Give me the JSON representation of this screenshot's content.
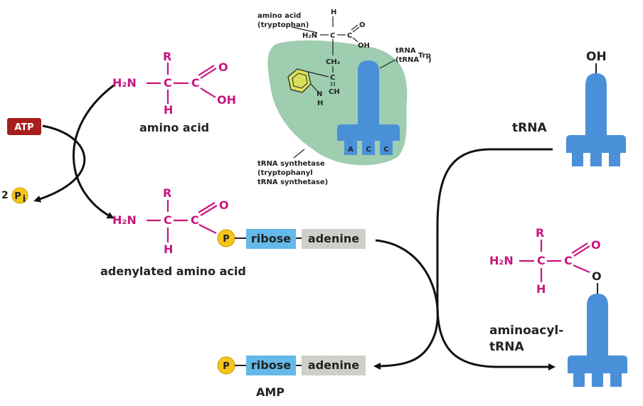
{
  "colors": {
    "molecule": "#c8157f",
    "ribose_box": "#64b9e8",
    "adenine_box": "#cdd0c8",
    "trna": "#4a90d8",
    "enzyme_blob": "#9ecdb0",
    "atp_box": "#a81d1d",
    "phosphate": "#f5c518",
    "indole": "#d8e05a"
  },
  "reactants": {
    "atp_label": "ATP",
    "pi_coefficient": "2",
    "pi_symbol": "P",
    "pi_subscript": "i"
  },
  "amino_acid": {
    "r": "R",
    "h2n": "H₂N",
    "c_alpha": "C",
    "h": "H",
    "c_carbonyl": "C",
    "o": "O",
    "oh": "OH",
    "caption": "amino acid"
  },
  "adenylated": {
    "r": "R",
    "h2n": "H₂N",
    "c_alpha": "C",
    "h": "H",
    "c_carbonyl": "C",
    "o": "O",
    "p": "P",
    "ribose": "ribose",
    "adenine": "adenine",
    "caption": "adenylated amino acid"
  },
  "amp": {
    "p": "P",
    "ribose": "ribose",
    "adenine": "adenine",
    "caption": "AMP"
  },
  "inset": {
    "amino_acid_label_1": "amino acid",
    "amino_acid_label_2": "(tryptophan)",
    "h_top": "H",
    "h2n": "H₂N",
    "c_alpha": "C",
    "c_carbonyl": "C",
    "o": "O",
    "oh": "OH",
    "ch2": "CH₂",
    "c_ring": "C",
    "ch": "CH",
    "n": "N",
    "n_h": "H",
    "trna_label_1": "tRNA",
    "trna_label_2": "(tRNA",
    "trna_sup": "Trp",
    "trna_close": ")",
    "anticodon": [
      "A",
      "C",
      "C"
    ],
    "synthetase_1": "tRNA synthetase",
    "synthetase_2": "(tryptophanyl",
    "synthetase_3": "tRNA synthetase)"
  },
  "trna_free": {
    "label": "tRNA",
    "oh": "OH"
  },
  "aminoacyl_trna": {
    "r": "R",
    "h2n": "H₂N",
    "c_alpha": "C",
    "h": "H",
    "c_carbonyl": "C",
    "o_double": "O",
    "o_ester": "O",
    "label_1": "aminoacyl-",
    "label_2": "tRNA"
  }
}
